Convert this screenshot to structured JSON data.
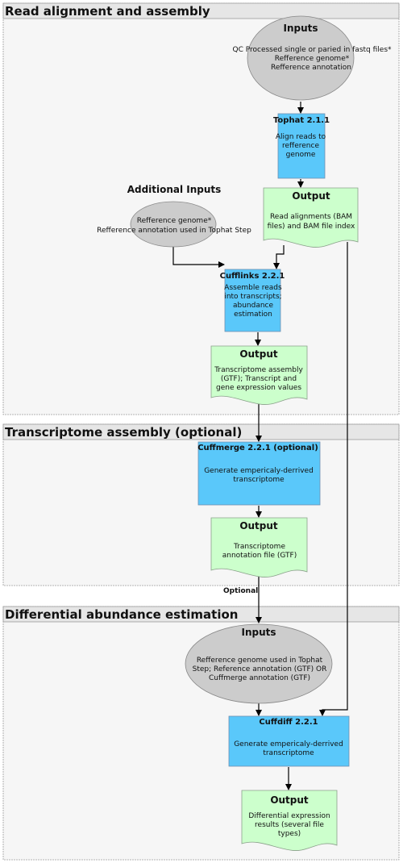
{
  "sections": [
    {
      "id": "sec1",
      "title": "Read alignment and assembly"
    },
    {
      "id": "sec2",
      "title": "Transcriptome assembly (optional)"
    },
    {
      "id": "sec3",
      "title": "Differential abundance estimation"
    }
  ],
  "nodes": {
    "inputs1": {
      "title": "Inputs",
      "lines": [
        "QC Processed single or paried in fastq files*",
        "Refference genome*",
        "Refference annotation"
      ]
    },
    "tophat": {
      "title": "Tophat 2.1.1",
      "lines": [
        "Align reads to",
        "refference",
        "genome"
      ]
    },
    "additional_inputs_heading": {
      "title": "Additional Inputs"
    },
    "additional_inputs": {
      "lines": [
        "Refference genome*",
        "Refference annotation used in Tophat Step"
      ]
    },
    "output_align": {
      "title": "Output",
      "lines": [
        "Read alignments (BAM",
        "files) and BAM file index"
      ]
    },
    "cufflinks": {
      "title": "Cufflinks 2.2.1",
      "lines": [
        "Assemble reads",
        "into transcripts;",
        "abundance",
        "estimation"
      ]
    },
    "output_cufflinks": {
      "title": "Output",
      "lines": [
        "Transcriptome assembly",
        "(GTF); Transcript and",
        "gene expression values"
      ]
    },
    "cuffmerge": {
      "title": "Cuffmerge 2.2.1 (optional)",
      "lines": [
        "Generate empericaly-derrived",
        "transcriptome"
      ]
    },
    "output_cuffmerge": {
      "title": "Output",
      "lines": [
        "Transcriptome",
        "annotation file (GTF)"
      ]
    },
    "inputs3": {
      "title": "Inputs",
      "lines": [
        "Refference genome used in Tophat",
        "Step; Reference annotation (GTF) OR",
        "Cuffmerge annotation (GTF)"
      ]
    },
    "cuffdiff": {
      "title": "Cuffdiff 2.2.1",
      "lines": [
        "Generate empericaly-derrived",
        "transcriptome"
      ]
    },
    "output_cuffdiff": {
      "title": "Output",
      "lines": [
        "Differential expression",
        "results (several file",
        "types)"
      ]
    }
  },
  "edge_labels": {
    "optional": "Optional"
  },
  "colors": {
    "process": "#5ac8fa",
    "process_stroke": "#6e8fb0",
    "output": "#ccffcc",
    "output_stroke": "#8aa08a",
    "input": "#cccccc",
    "input_stroke": "#888888",
    "section_header": "#e6e6e6",
    "section_body": "#f6f6f6",
    "section_border": "#9c9c9c"
  }
}
